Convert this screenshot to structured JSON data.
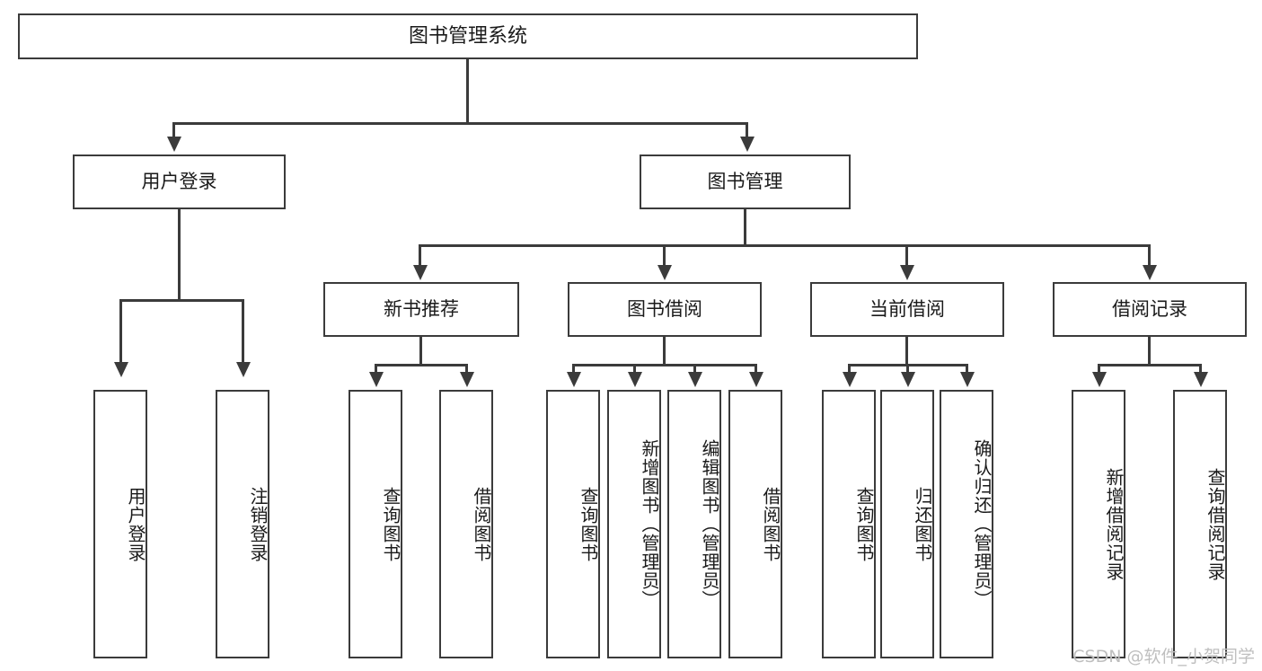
{
  "diagram": {
    "type": "tree-hierarchy-functional-decomposition",
    "root": {
      "label": "图书管理系统"
    },
    "level1": [
      {
        "label": "用户登录"
      },
      {
        "label": "图书管理"
      }
    ],
    "level2": [
      {
        "label": "新书推荐"
      },
      {
        "label": "图书借阅"
      },
      {
        "label": "当前借阅"
      },
      {
        "label": "借阅记录"
      }
    ],
    "leaves": {
      "user_login": [
        {
          "label": "用户登录"
        },
        {
          "label": "注销登录"
        }
      ],
      "new_book_recommend": [
        {
          "label": "查询图书"
        },
        {
          "label": "借阅图书"
        }
      ],
      "book_borrow": [
        {
          "label": "查询图书"
        },
        {
          "label": "新增图书（管理员）"
        },
        {
          "label": "编辑图书（管理员）"
        },
        {
          "label": "借阅图书"
        }
      ],
      "current_borrow": [
        {
          "label": "查询图书"
        },
        {
          "label": "归还图书"
        },
        {
          "label": "确认归还（管理员）"
        }
      ],
      "borrow_record": [
        {
          "label": "新增借阅记录"
        },
        {
          "label": "查询借阅记录"
        }
      ]
    }
  },
  "watermark": {
    "text": "CSDN @软件_小贺同学"
  },
  "colors": {
    "stroke": "#3b3b3b",
    "fill": "#ffffff",
    "text": "#1a1a1a",
    "watermark": "#bfbfbf"
  }
}
